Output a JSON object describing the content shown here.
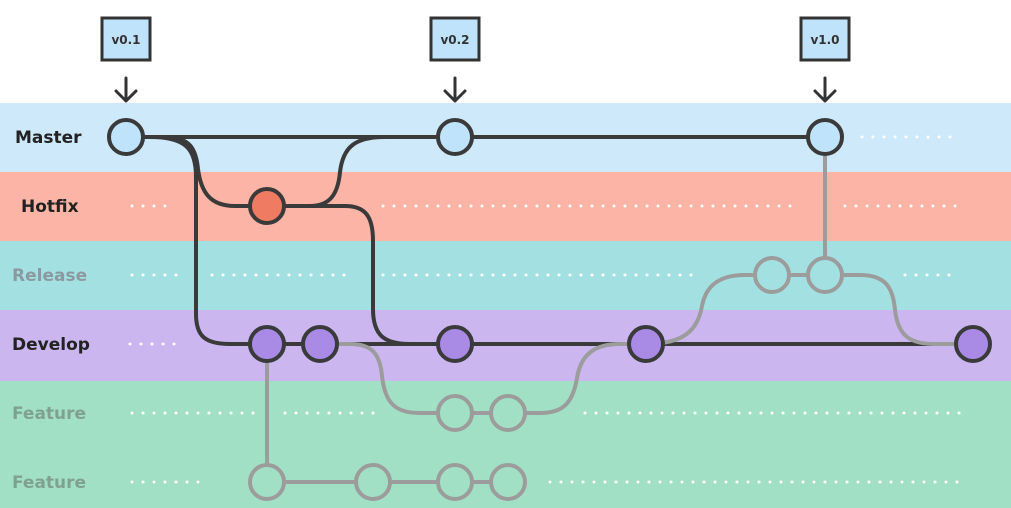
{
  "diagram": {
    "lanes": [
      {
        "id": "master",
        "label": "Master",
        "color": "#cde9fa",
        "label_color": "#222222"
      },
      {
        "id": "hotfix",
        "label": "Hotfix",
        "color": "#fbb4a5",
        "label_color": "#222222"
      },
      {
        "id": "release",
        "label": "Release",
        "color": "#a3e0e2",
        "label_color": "#8b9aa0"
      },
      {
        "id": "develop",
        "label": "Develop",
        "color": "#cbb6ef",
        "label_color": "#222222"
      },
      {
        "id": "feature1",
        "label": "Feature",
        "color": "#a2e0c5",
        "label_color": "#7fa191"
      },
      {
        "id": "feature2",
        "label": "Feature",
        "color": "#a2e0c5",
        "label_color": "#7fa191"
      }
    ],
    "tags": [
      {
        "label": "v0.1",
        "commit": "m1"
      },
      {
        "label": "v0.2",
        "commit": "m2"
      },
      {
        "label": "v1.0",
        "commit": "m3"
      }
    ],
    "commits": [
      {
        "id": "m1",
        "lane": "master",
        "fill": "#bfe3fb",
        "faded": false
      },
      {
        "id": "m2",
        "lane": "master",
        "fill": "#bfe3fb",
        "faded": false
      },
      {
        "id": "m3",
        "lane": "master",
        "fill": "#bfe3fb",
        "faded": false
      },
      {
        "id": "h1",
        "lane": "hotfix",
        "fill": "#f07b63",
        "faded": false
      },
      {
        "id": "r1",
        "lane": "release",
        "fill": "#a3e0e2",
        "faded": true
      },
      {
        "id": "r2",
        "lane": "release",
        "fill": "#a3e0e2",
        "faded": true
      },
      {
        "id": "d1",
        "lane": "develop",
        "fill": "#a98be6",
        "faded": false
      },
      {
        "id": "d2",
        "lane": "develop",
        "fill": "#a98be6",
        "faded": false
      },
      {
        "id": "d3",
        "lane": "develop",
        "fill": "#a98be6",
        "faded": false
      },
      {
        "id": "d4",
        "lane": "develop",
        "fill": "#a98be6",
        "faded": false
      },
      {
        "id": "d5",
        "lane": "develop",
        "fill": "#a98be6",
        "faded": false
      },
      {
        "id": "f1",
        "lane": "feature1",
        "fill": "#a2e0c5",
        "faded": true
      },
      {
        "id": "f2",
        "lane": "feature1",
        "fill": "#a2e0c5",
        "faded": true
      },
      {
        "id": "g1",
        "lane": "feature2",
        "fill": "#a2e0c5",
        "faded": true
      },
      {
        "id": "g2",
        "lane": "feature2",
        "fill": "#a2e0c5",
        "faded": true
      },
      {
        "id": "g3",
        "lane": "feature2",
        "fill": "#a2e0c5",
        "faded": true
      },
      {
        "id": "g4",
        "lane": "feature2",
        "fill": "#a2e0c5",
        "faded": true
      }
    ],
    "colors": {
      "dark_line": "#3a3a3a",
      "faded_line": "#9c9c9c",
      "dots": "#ffffff",
      "tag_fill": "#bfe3fb",
      "tag_border": "#333333"
    }
  }
}
